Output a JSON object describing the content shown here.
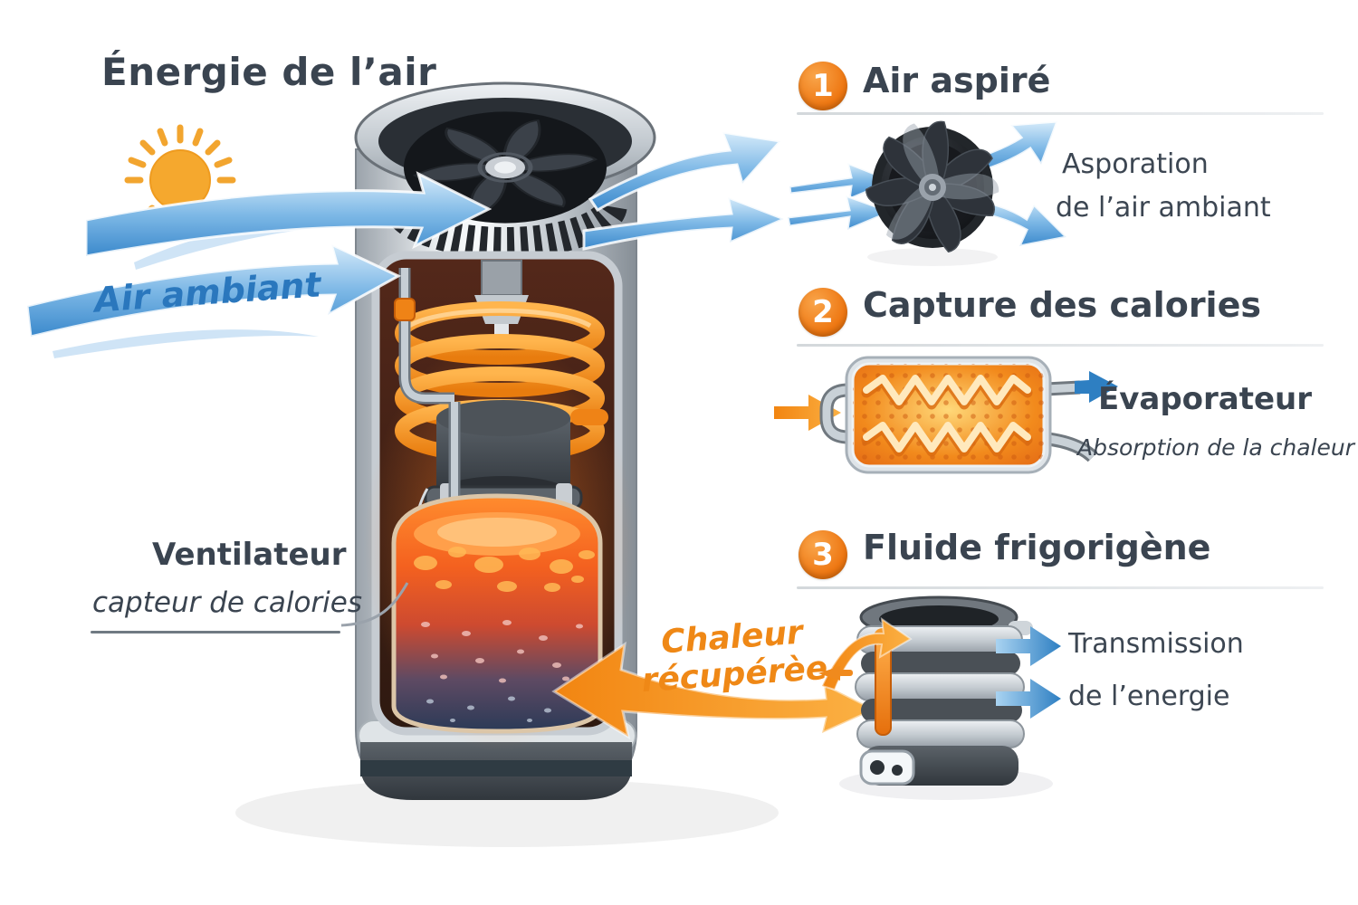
{
  "header": {
    "title": "Énergie de l’air"
  },
  "left": {
    "air_label": "Air ambiant",
    "ventilateur_line1": "Ventilateur",
    "ventilateur_line2": "capteur de calories"
  },
  "center": {
    "chaleur_line1": "Chaleur",
    "chaleur_line2": "récupérèe"
  },
  "steps": {
    "one": {
      "number": "1",
      "title": "Air aspiré",
      "caption_line1": "Asporation",
      "caption_line2": "de l’air ambiant"
    },
    "two": {
      "number": "2",
      "title": "Capture des calories",
      "label": "Évaporateur",
      "caption": "Absorption de la chaleur"
    },
    "three": {
      "number": "3",
      "title": "Fluide frigorigène",
      "caption_line1": "Transmission",
      "caption_line2": "de l’energie"
    }
  },
  "icons": {
    "sun-icon": "☀",
    "fan-icon": "✢",
    "evaporator-icon": "▭",
    "compressor-icon": "▤",
    "arrow-blue-icon": "➜",
    "arrow-orange-icon": "➜"
  },
  "colors": {
    "text_dark": "#3a4450",
    "badge_orange": "#ee7712",
    "arrow_blue": "#3f8fd2",
    "arrow_blue_light": "#c9e4f7",
    "accent_orange": "#ef8816",
    "air_text_blue": "#2a77bd",
    "divider_gray": "#dce0e3"
  }
}
